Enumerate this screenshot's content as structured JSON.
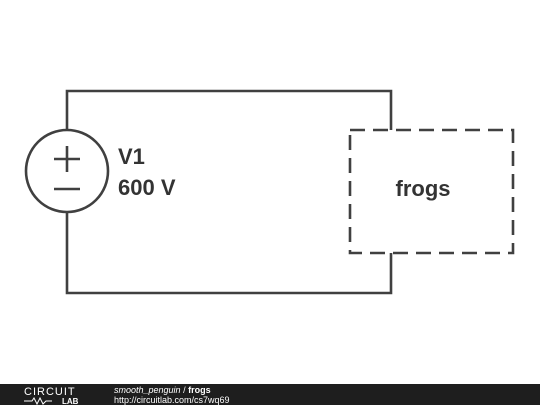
{
  "source": {
    "name": "V1",
    "value": "600 V"
  },
  "block": {
    "label": "frogs"
  },
  "footer": {
    "logo_top": "CIRCUIT",
    "logo_bottom": "LAB",
    "author": "smooth_penguin",
    "separator": " / ",
    "title": "frogs",
    "url": "http://circuitlab.com/cs7wq69"
  },
  "colors": {
    "wire": "#404040",
    "text": "#333333",
    "footer_bg": "#1e1e1e"
  },
  "icons": [
    "voltage-source-icon",
    "circuitlab-logo"
  ]
}
